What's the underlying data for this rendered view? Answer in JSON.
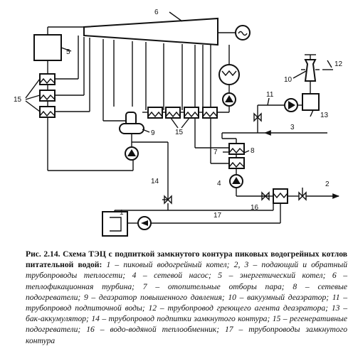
{
  "figure": {
    "labels": {
      "l1": "1",
      "l2": "2",
      "l3": "3",
      "l4": "4",
      "l5": "5",
      "l6": "6",
      "l7": "7",
      "l8": "8",
      "l9": "9",
      "l10": "10",
      "l11": "11",
      "l12": "12",
      "l13": "13",
      "l14": "14",
      "l15a": "15",
      "l15b": "15",
      "l16": "16",
      "l17": "17"
    }
  },
  "caption": {
    "title": "Рис. 2.14. Схема ТЭЦ с подпиткой замкнутого контура пиковых водогрейных котлов питательной водой:",
    "body": " 1 – пиковый водогрейный котел; 2, 3 – подающий и обратный трубопроводы теплосети; 4 – сетевой насос; 5 – энергетический котел; 6 – теплофикационная турбина; 7 – отопительные отборы пара; 8 – сетевые подогреватели; 9 – деаэратор повышенного давления; 10 – вакуумный деаэратор; 11 – трубопровод подпиточной воды; 12 – трубопровод греющего агента деаэратора; 13 – бак-аккумулятор; 14 – трубопровод подпитки замкнутого контура; 15 – регенеративные подогреватели; 16 – водо-водяной теплообменник; 17 – трубопроводы замкнутого контура"
  }
}
